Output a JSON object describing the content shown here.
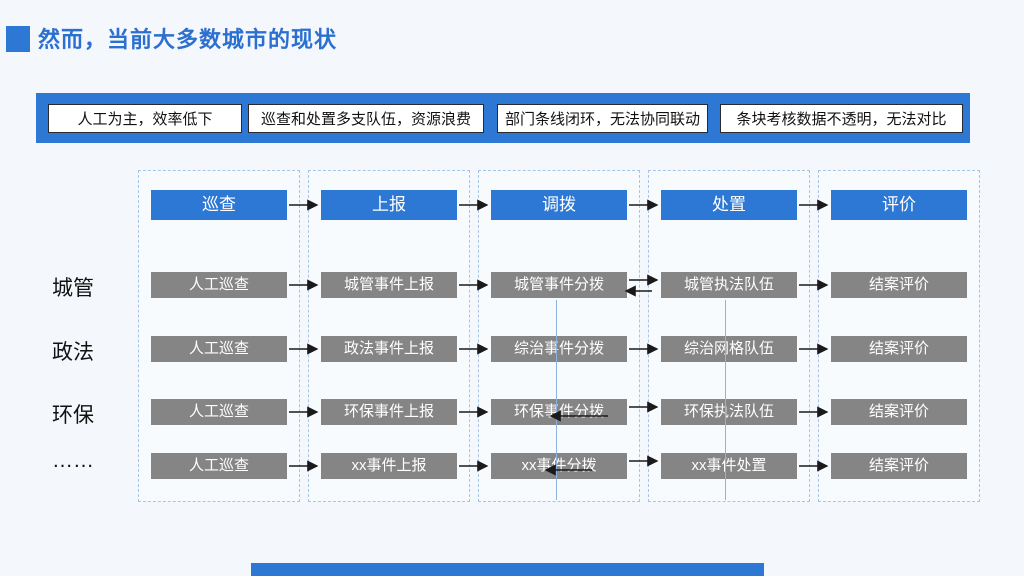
{
  "title": {
    "text": "然而，当前大多数城市的现状"
  },
  "problem_banner": {
    "items": [
      "人工为主，效率低下",
      "巡查和处置多支队伍，资源浪费",
      "部门条线闭环，无法协同联动",
      "条块考核数据不透明，无法对比"
    ]
  },
  "flow": {
    "stages": [
      "巡查",
      "上报",
      "调拨",
      "处置",
      "评价"
    ],
    "rows": [
      {
        "label": "城管",
        "cells": [
          "人工巡查",
          "城管事件上报",
          "城管事件分拨",
          "城管执法队伍",
          "结案评价"
        ]
      },
      {
        "label": "政法",
        "cells": [
          "人工巡查",
          "政法事件上报",
          "综治事件分拨",
          "综治网格队伍",
          "结案评价"
        ]
      },
      {
        "label": "环保",
        "cells": [
          "人工巡查",
          "环保事件上报",
          "环保事件分拨",
          "环保执法队伍",
          "结案评价"
        ]
      },
      {
        "label": "……",
        "cells": [
          "人工巡查",
          "xx事件上报",
          "xx事件分拨",
          "xx事件处置",
          "结案评价"
        ]
      }
    ]
  },
  "colors": {
    "accent_blue": "#2d78d4",
    "process_gray": "#858585",
    "dashed_border": "#a8c4e4",
    "arrow": "#1a1a1a"
  }
}
